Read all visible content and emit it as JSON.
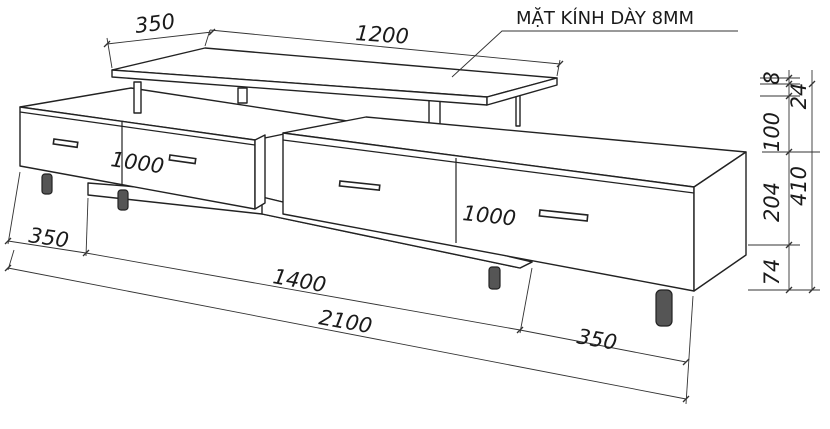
{
  "annotation": {
    "glass_note": "MẶT KÍNH DÀY 8MM"
  },
  "dimensions": {
    "top_shelf_depth": "350",
    "top_shelf_length": "1200",
    "left_module_length": "1000",
    "right_module_length": "1000",
    "base_depth": "350",
    "base_length": "1400",
    "total_length": "2100",
    "right_depth": "350",
    "height_glass": "8",
    "height_top": "24",
    "height_gap": "100",
    "height_drawer": "204",
    "height_total": "410",
    "height_legs": "74"
  }
}
